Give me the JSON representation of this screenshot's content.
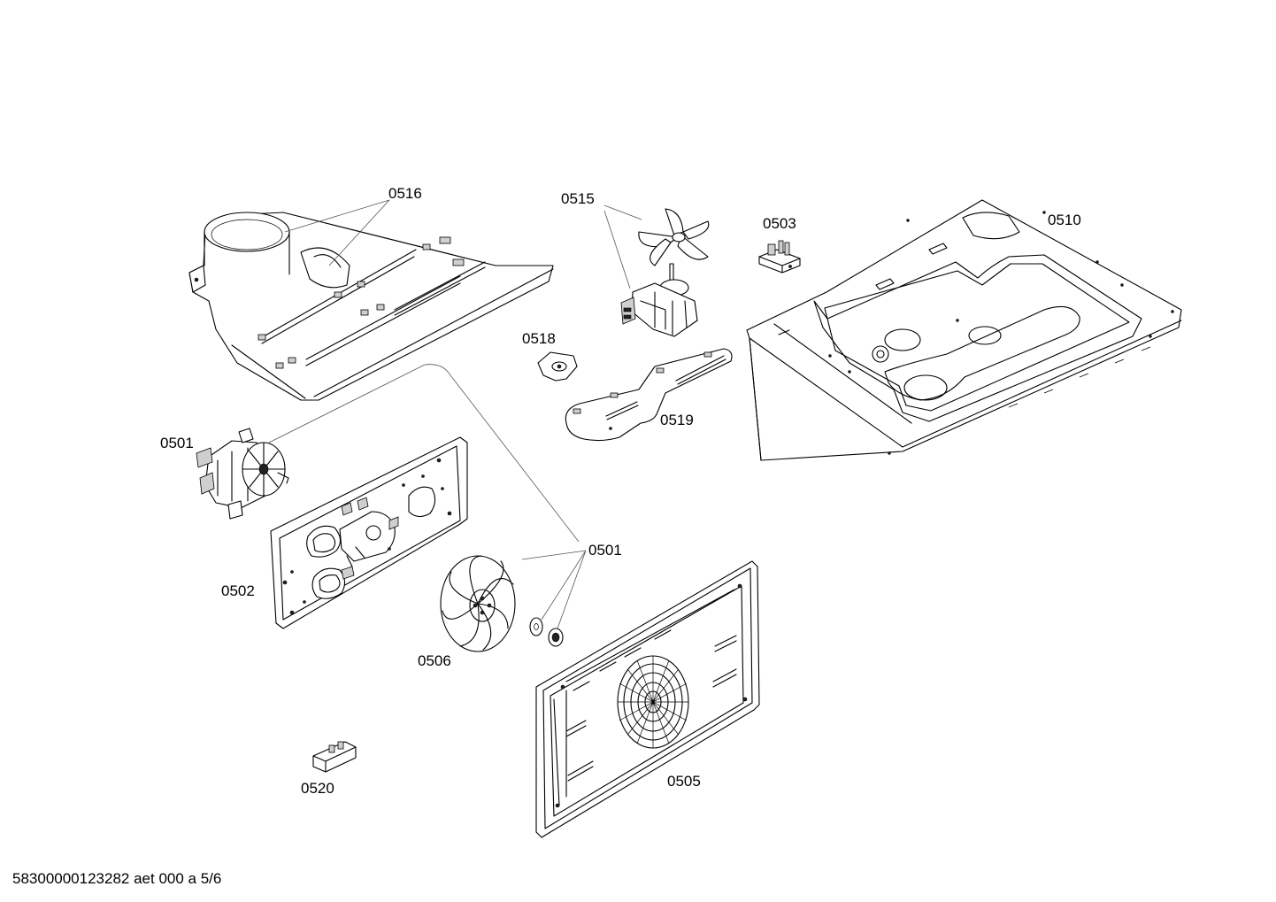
{
  "footer": {
    "doc_id": "58300000123282 aet 000 a 5/6"
  },
  "labels": {
    "0516": "0516",
    "0515": "0515",
    "0503": "0503",
    "0510": "0510",
    "0518": "0518",
    "0519": "0519",
    "0501_motor": "0501",
    "0501_set": "0501",
    "0502": "0502",
    "0506": "0506",
    "0505": "0505",
    "0520": "0520"
  }
}
